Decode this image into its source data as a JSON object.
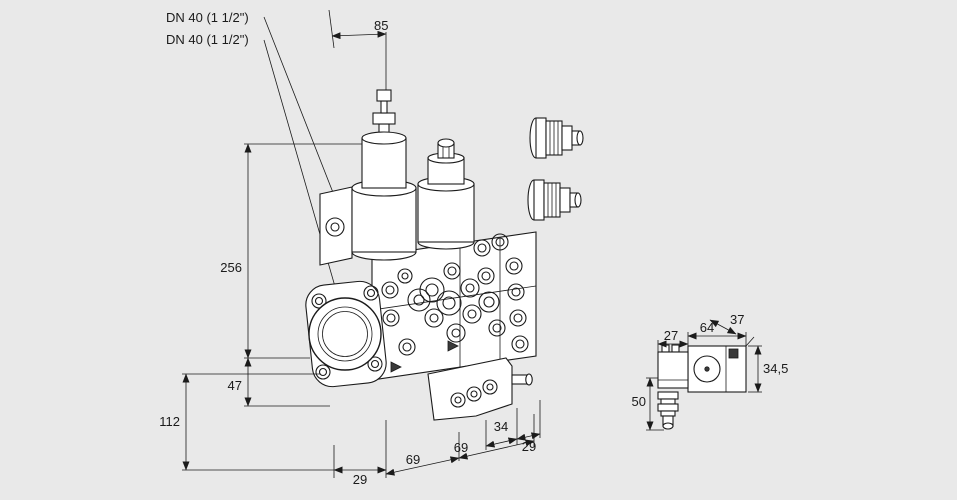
{
  "page": {
    "background_color": "#e9e9e9",
    "line_color": "#1b1b1b"
  },
  "connection_labels": {
    "line1": "DN 40 (1 1/2\")",
    "line2": "DN 40 (1 1/2\")"
  },
  "main_dimensions": {
    "stem_offset": "85",
    "total_height": "256",
    "flange_height": "47",
    "lower_height": "112",
    "flange_face_offset": "29",
    "port_spacing_left": "69",
    "port_spacing_right": "69",
    "tap_spacing": "34",
    "tap_end_offset": "29"
  },
  "side_view_dimensions": {
    "coil_width": "27",
    "body_width": "64",
    "body_depth": "37",
    "body_height": "34,5",
    "connector_height": "50"
  }
}
